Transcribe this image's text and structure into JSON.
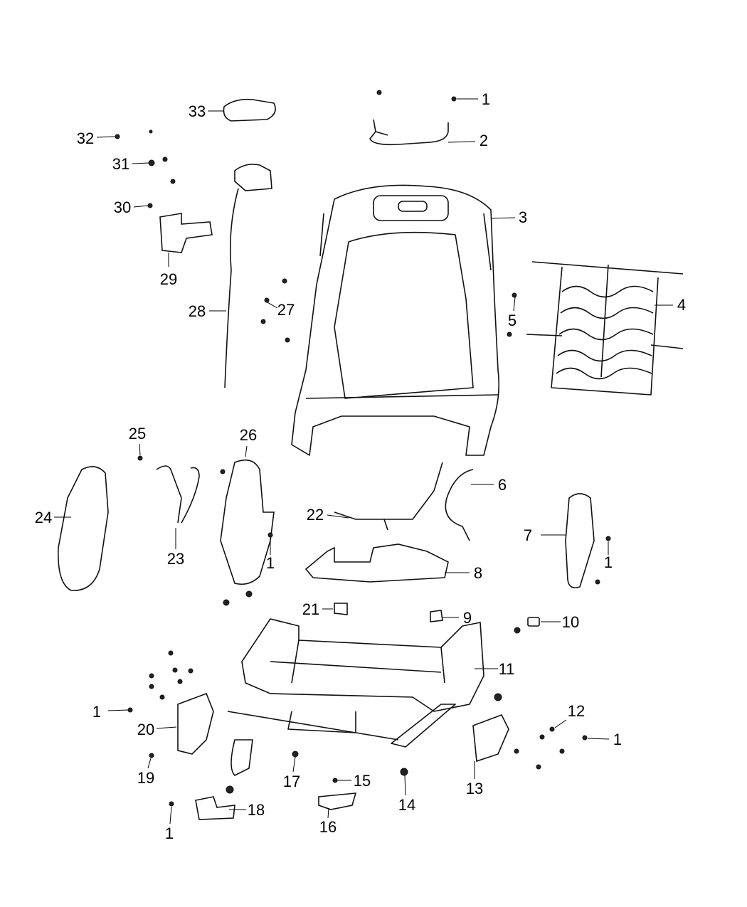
{
  "diagram": {
    "type": "exploded parts diagram",
    "callouts": [
      "1",
      "2",
      "3",
      "33",
      "32",
      "31",
      "30",
      "29",
      "28",
      "27",
      "5",
      "4",
      "25",
      "26",
      "24",
      "23",
      "1",
      "22",
      "6",
      "7",
      "1",
      "8",
      "21",
      "9",
      "10",
      "11",
      "1",
      "20",
      "12",
      "1",
      "19",
      "17",
      "15",
      "13",
      "14",
      "16",
      "18",
      "1"
    ]
  }
}
